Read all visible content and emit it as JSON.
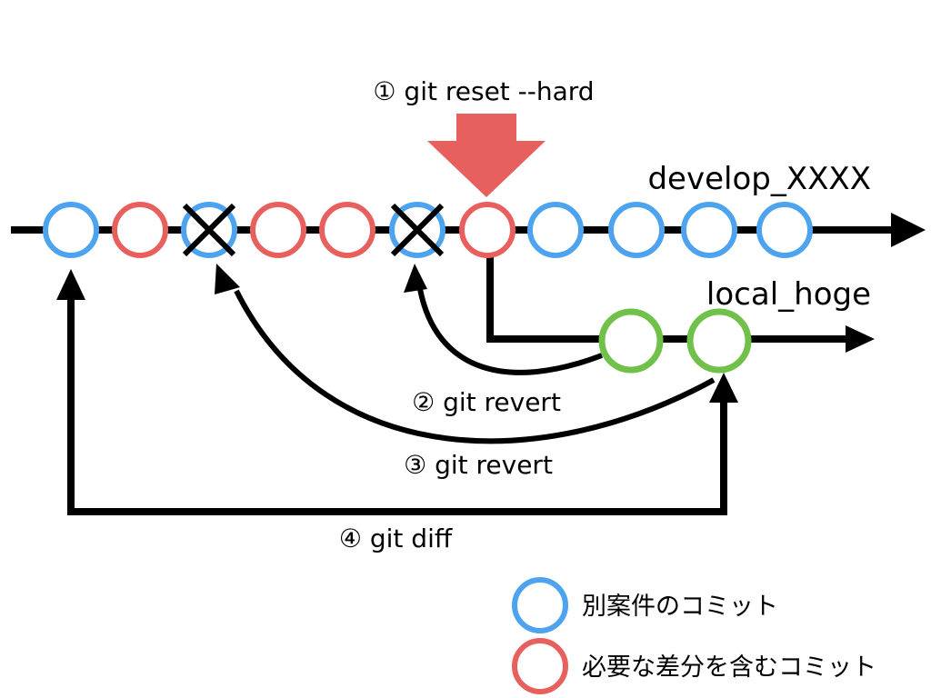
{
  "colors": {
    "blue": "#4da3ee",
    "red": "#e8605d",
    "green": "#70c04a",
    "black": "#000000"
  },
  "steps": {
    "reset": "① git reset --hard",
    "revert2": "② git revert",
    "revert3": "③ git revert",
    "diff": "④ git diff"
  },
  "branches": {
    "develop": "develop_XXXX",
    "local": "local_hoge"
  },
  "commits": {
    "develop": [
      {
        "kind": "blue",
        "crossed": false
      },
      {
        "kind": "red",
        "crossed": false
      },
      {
        "kind": "blue",
        "crossed": true
      },
      {
        "kind": "red",
        "crossed": false
      },
      {
        "kind": "red",
        "crossed": false
      },
      {
        "kind": "blue",
        "crossed": true
      },
      {
        "kind": "red",
        "crossed": false
      },
      {
        "kind": "blue",
        "crossed": false
      },
      {
        "kind": "blue",
        "crossed": false
      },
      {
        "kind": "blue",
        "crossed": false
      },
      {
        "kind": "blue",
        "crossed": false
      }
    ],
    "local": [
      {
        "kind": "green"
      },
      {
        "kind": "green"
      }
    ]
  },
  "legend": [
    {
      "kind": "blue",
      "label": "別案件のコミット"
    },
    {
      "kind": "red",
      "label": "必要な差分を含むコミット"
    }
  ]
}
